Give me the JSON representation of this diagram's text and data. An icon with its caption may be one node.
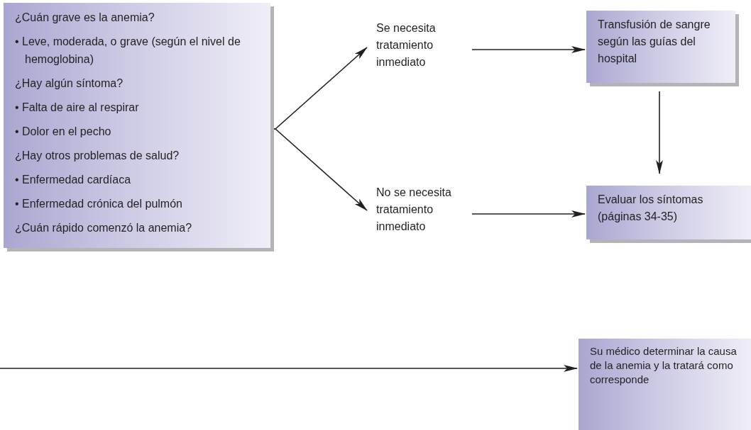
{
  "diagram": {
    "nodes": [
      {
        "text": [
          "¿Cuán grave es la anemia?",
          "• Leve, moderada, o grave (según el nivel de hemoglobina)",
          "¿Hay algún síntoma?",
          "• Falta de aire al respirar",
          "• Dolor en el pecho",
          "¿Hay otros problemas de salud?",
          "• Enfermedad cardíaca",
          "• Enfermedad crónica del pulmón",
          "¿Cuán rápido comenzó la anemia?"
        ]
      },
      {
        "text": [
          "Se necesita tratamiento inmediato"
        ]
      },
      {
        "text": [
          "No se necesita tratamiento inmediato"
        ]
      },
      {
        "text": [
          "Transfusión de sangre según las guías del hospital"
        ]
      },
      {
        "text": [
          "Evaluar los síntomas (páginas 34-35)"
        ]
      },
      {
        "text": [
          "Su médico determinar la causa de la anemia y la tratará como corresponde"
        ]
      }
    ],
    "edges": [
      {
        "from": 0,
        "to": 1,
        "arrow": "to"
      },
      {
        "from": 0,
        "to": 2,
        "arrow": "to"
      },
      {
        "from": 1,
        "to": 3,
        "arrow": "to"
      },
      {
        "from": 2,
        "to": 4,
        "arrow": "to"
      },
      {
        "from": 3,
        "to": 4,
        "arrow": "to"
      },
      {
        "from": null,
        "to": 5,
        "arrow": "to"
      }
    ]
  }
}
